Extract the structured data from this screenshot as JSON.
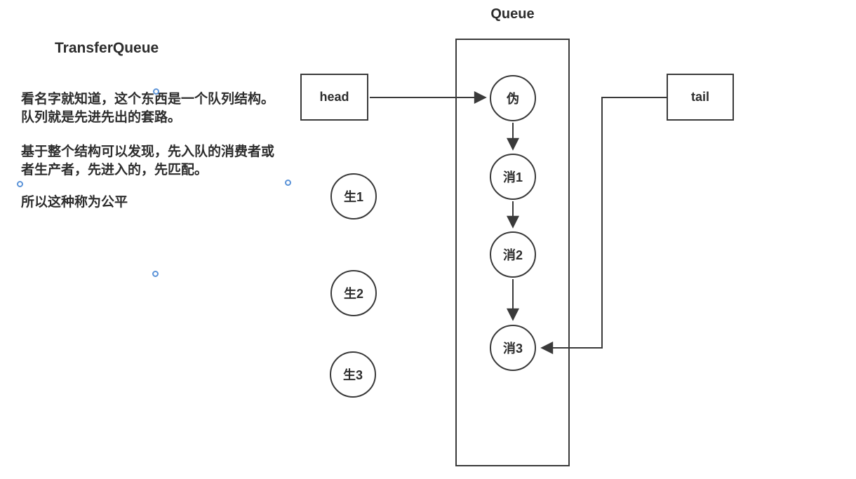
{
  "colors": {
    "line": "#3a3a3a",
    "text": "#2d2d2d",
    "handle": "#5b93d8",
    "bg": "#ffffff"
  },
  "title": "TransferQueue",
  "notes": [
    "看名字就知道，这个东西是一个队列结构。\n队列就是先进先出的套路。",
    "基于整个结构可以发现，先入队的消费者或\n者生产者，先进入的，先匹配。",
    "所以这种称为公平"
  ],
  "queue": {
    "label": "Queue",
    "nodes": [
      {
        "label": "伪"
      },
      {
        "label": "消1"
      },
      {
        "label": "消2"
      },
      {
        "label": "消3"
      }
    ]
  },
  "pointers": {
    "head": "head",
    "tail": "tail"
  },
  "producers": [
    {
      "label": "生1"
    },
    {
      "label": "生2"
    },
    {
      "label": "生3"
    }
  ]
}
